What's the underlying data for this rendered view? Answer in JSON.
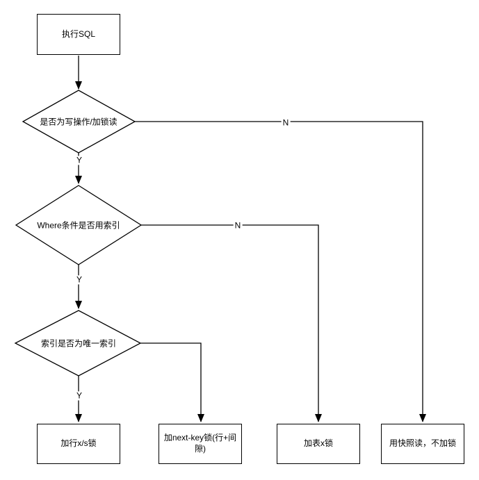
{
  "canvas": {
    "background_color": "#ffffff",
    "line_color": "#000000",
    "text_color": "#000000"
  },
  "nodes": {
    "start": {
      "type": "process",
      "label": "执行SQL"
    },
    "decision_write_or_lock_read": {
      "type": "decision",
      "label": "是否为写操作/加锁读"
    },
    "decision_where_uses_index": {
      "type": "decision",
      "label": "Where条件是否用索引"
    },
    "decision_unique_index": {
      "type": "decision",
      "label": "索引是否为唯一索引"
    },
    "result_row_xs_lock": {
      "type": "process",
      "label": "加行x/s锁"
    },
    "result_next_key_lock": {
      "type": "process",
      "label": "加next-key锁(行+间隙)"
    },
    "result_table_x_lock": {
      "type": "process",
      "label": "加表x锁"
    },
    "result_snapshot_read": {
      "type": "process",
      "label": "用快照读，不加锁"
    }
  },
  "edge_labels": {
    "decision1_yes": "Y",
    "decision1_no": "N",
    "decision2_yes": "Y",
    "decision2_no": "N",
    "decision3_yes": "Y"
  }
}
